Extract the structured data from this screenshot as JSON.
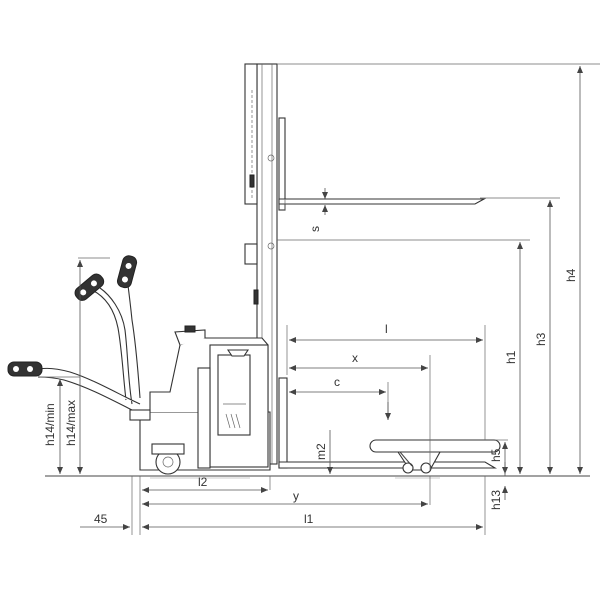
{
  "diagram": {
    "labels": {
      "l": "l",
      "x": "x",
      "c": "c",
      "s": "s",
      "h1": "h1",
      "h3": "h3",
      "h4": "h4",
      "h5": "h5",
      "h13": "h13",
      "m2": "m2",
      "l1": "l1",
      "l2": "l2",
      "y": "y",
      "dim45": "45",
      "h14min": "h14/min",
      "h14max": "h14/max"
    },
    "colors": {
      "line": "#444444",
      "dark": "#333333",
      "fill": "#ffffff"
    }
  }
}
